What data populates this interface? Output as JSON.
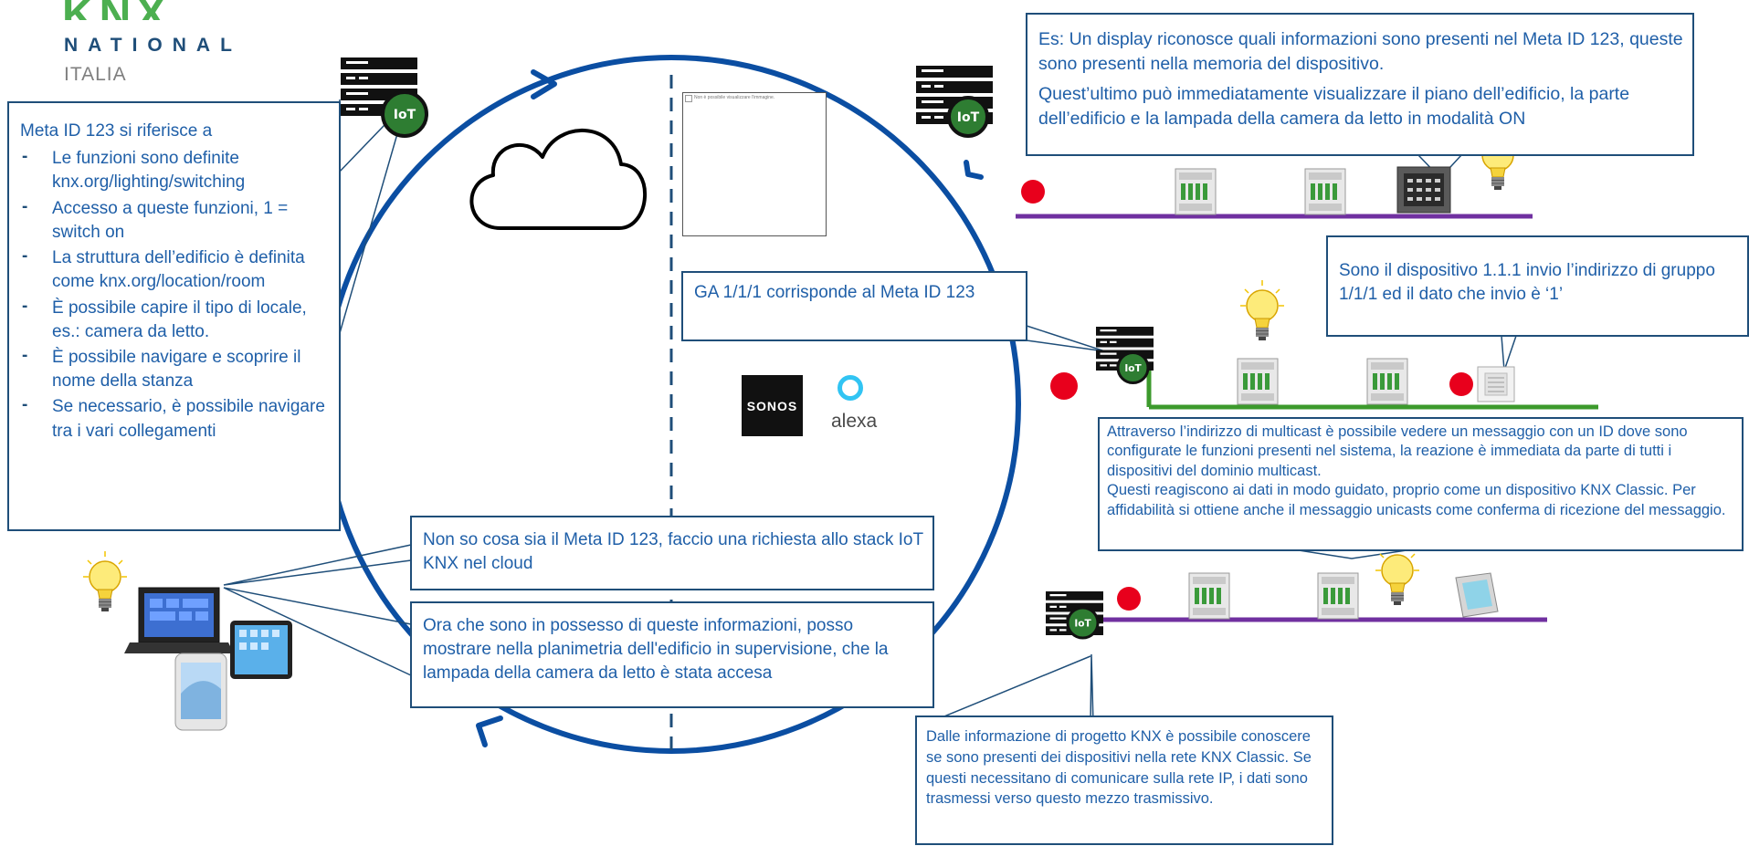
{
  "logo": {
    "knx": "KNX",
    "national": "NATIONAL",
    "italia": "ITALIA"
  },
  "badges": {
    "iot": "IoT"
  },
  "brands": {
    "sonos": "SONOS",
    "alexa": "alexa"
  },
  "colors": {
    "ring": "#0b4ea2",
    "callout_border": "#1f4e79",
    "callout_text": "#1f5fa8",
    "bus_purple": "#7030a0",
    "bus_green": "#3c9a2c",
    "status_dot": "#e8001c",
    "iot_badge": "#2e7d32"
  },
  "icons": [
    "cloud-icon",
    "server-icon",
    "iot-badge-icon",
    "lightbulb-icon",
    "knx-actuator-icon",
    "touch-panel-icon",
    "push-button-icon",
    "laptop-icon",
    "tablet-icon",
    "smartphone-icon",
    "sonos-logo",
    "alexa-logo"
  ],
  "placeholder": {
    "text": "Non è possibile visualizzare l'immagine."
  },
  "callouts": {
    "meta_id": {
      "title": "Meta ID 123 si riferisce a",
      "items": [
        "Le funzioni sono definite knx.org/lighting/switching",
        "Accesso a queste funzioni, 1 = switch on",
        "La struttura dell’edificio è definita come knx.org/location/room",
        "È possibile capire il tipo di locale, es.: camera da letto.",
        "È possibile navigare e scoprire il nome della stanza",
        "Se necessario, è possibile navigare tra i vari collegamenti"
      ]
    },
    "display": {
      "line1": "Es: Un display riconosce quali informazioni sono presenti nel Meta ID 123, queste sono presenti nella memoria del dispositivo.",
      "line2": "Quest’ultimo può immediatamente visualizzare il piano dell’edificio, la parte dell’edificio e la lampada della camera da letto in modalità ON"
    },
    "device": {
      "text": "Sono il dispositivo 1.1.1 invio l’indirizzo di gruppo  1/1/1 ed il dato che invio è ‘1’"
    },
    "ga": {
      "text": "GA 1/1/1 corrisponde al Meta ID 123"
    },
    "multicast": {
      "line1": "Attraverso l’indirizzo di multicast è possibile vedere un messaggio con un ID dove sono configurate le funzioni presenti nel sistema, la reazione è immediata da parte di tutti i dispositivi del dominio multicast.",
      "line2": "Questi reagiscono ai dati in modo guidato, proprio come un dispositivo KNX Classic. Per affidabilità si ottiene anche il messaggio unicasts come conferma di ricezione del messaggio."
    },
    "request": {
      "text": "Non so cosa sia il Meta ID 123, faccio una richiesta allo stack IoT KNX nel cloud"
    },
    "possession": {
      "text": "Ora che sono in possesso di queste informazioni, posso mostrare nella planimetria dell'edificio in supervisione, che la lampada della camera da letto è stata accesa"
    },
    "project": {
      "text": "Dalle informazione di progetto KNX è possibile conoscere se sono presenti dei dispositivi nella rete KNX Classic. Se questi necessitano di comunicare sulla rete IP,  i dati sono trasmessi verso questo mezzo trasmissivo."
    }
  }
}
